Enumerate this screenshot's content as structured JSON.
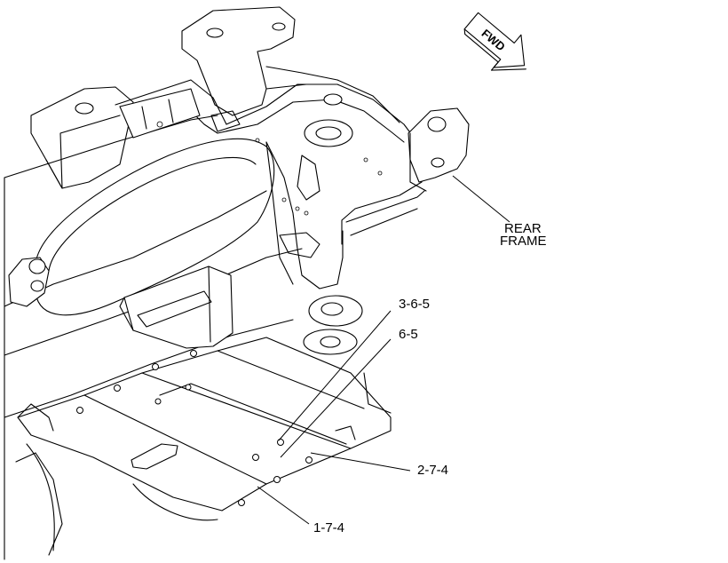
{
  "direction_arrow": {
    "label": "FWD"
  },
  "labels": {
    "rear_frame_line1": "REAR",
    "rear_frame_line2": "FRAME",
    "part_365": "3-6-5",
    "part_65": "6-5",
    "part_274": "2-7-4",
    "part_174": "1-7-4"
  }
}
